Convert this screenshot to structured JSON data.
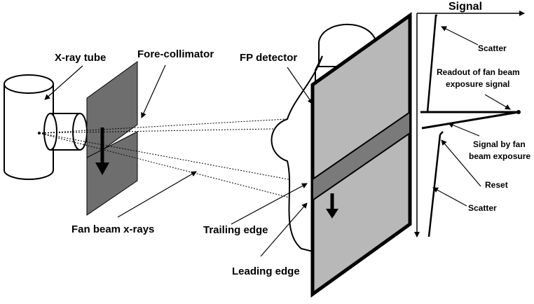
{
  "labels": {
    "xray_tube": "X-ray tube",
    "fore_collimator": "Fore-collimator",
    "fp_detector": "FP detector",
    "fan_beam_xrays": "Fan beam x-rays",
    "trailing_edge": "Trailing edge",
    "leading_edge": "Leading edge"
  },
  "signal_plot": {
    "axis_label": "Signal",
    "scatter_top": "Scatter",
    "readout_line1": "Readout of fan beam",
    "readout_line2": "exposure signal",
    "signal_by_line1": "Signal by fan",
    "signal_by_line2": "beam exposure",
    "reset": "Reset",
    "scatter_bottom": "Scatter"
  },
  "colors": {
    "collimator": "#6e6e6e",
    "detector_panel": "#b8b8b8",
    "detector_band": "#7a7a7a",
    "outline": "#000000"
  }
}
